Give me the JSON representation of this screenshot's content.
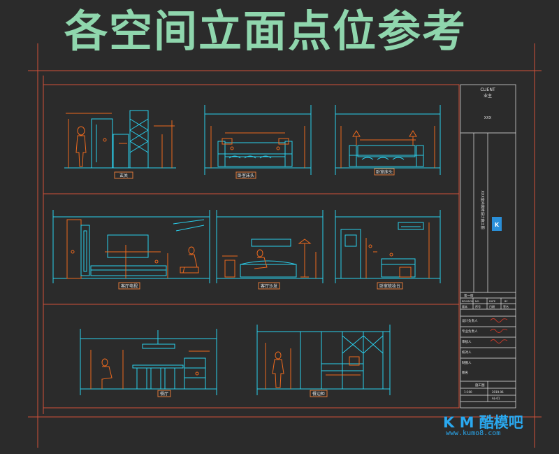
{
  "headline": "各空间立面点位参考",
  "titleblock": {
    "client_en": "CLIENT",
    "client_zh": "业主",
    "client_value": "XXX",
    "project": "XXX室内装修设计施工图",
    "logo_text": "K",
    "first_edition": "第一版",
    "revision": "REVISION",
    "no": "NO.",
    "date": "DATE",
    "by": "BY",
    "version": "版本",
    "seq": "序号",
    "date_zh": "日期",
    "sign": "签名",
    "roles": [
      "设计负责人",
      "专业负责人",
      "审核人",
      "校对人",
      "制图人"
    ],
    "drawing_title": "图名",
    "stage_label": "施工图",
    "scale": "1:100",
    "chk": "AL-01",
    "date_value": "2019.06"
  },
  "panels": [
    {
      "label": "玄关"
    },
    {
      "label": "卧室床头"
    },
    {
      "label": "卧室床头"
    },
    {
      "label": "客厅电视"
    },
    {
      "label": "客厅沙发"
    },
    {
      "label": "卧室梳妆台"
    },
    {
      "label": "餐厅"
    },
    {
      "label": "餐边柜"
    }
  ],
  "watermark": {
    "logo": "K M 酷模吧",
    "url": "www.kumo8.com"
  },
  "colors": {
    "frame": "#d0503a",
    "line": "#2ad0ee",
    "dim": "#ee6a1e",
    "text": "#e8e8e8"
  }
}
